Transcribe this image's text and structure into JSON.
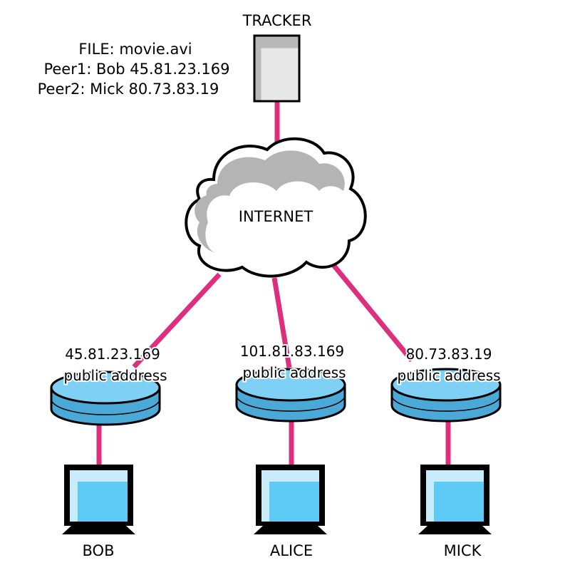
{
  "tracker": {
    "label": "TRACKER"
  },
  "tracker_info": {
    "file_line": "FILE: movie.avi",
    "peer1_line": "Peer1: Bob 45.81.23.169",
    "peer2_line": "Peer2: Mick 80.73.83.19"
  },
  "internet": {
    "label": "INTERNET"
  },
  "peers": [
    {
      "name": "BOB",
      "ip": "45.81.23.169",
      "address_label": "public address"
    },
    {
      "name": "ALICE",
      "ip": "101.81.83.169",
      "address_label": "public address"
    },
    {
      "name": "MICK",
      "ip": "80.73.83.19",
      "address_label": "public address"
    }
  ],
  "colors": {
    "link": "#de2f7e",
    "router_top": "#7fd0f5",
    "router_side": "#4aa9d6",
    "screen": "#5ecbf7",
    "screen_highlight": "#c9ecfb"
  },
  "icons": {
    "tracker": "server-icon",
    "internet": "cloud-icon",
    "router": "router-icon",
    "computer": "monitor-icon"
  }
}
